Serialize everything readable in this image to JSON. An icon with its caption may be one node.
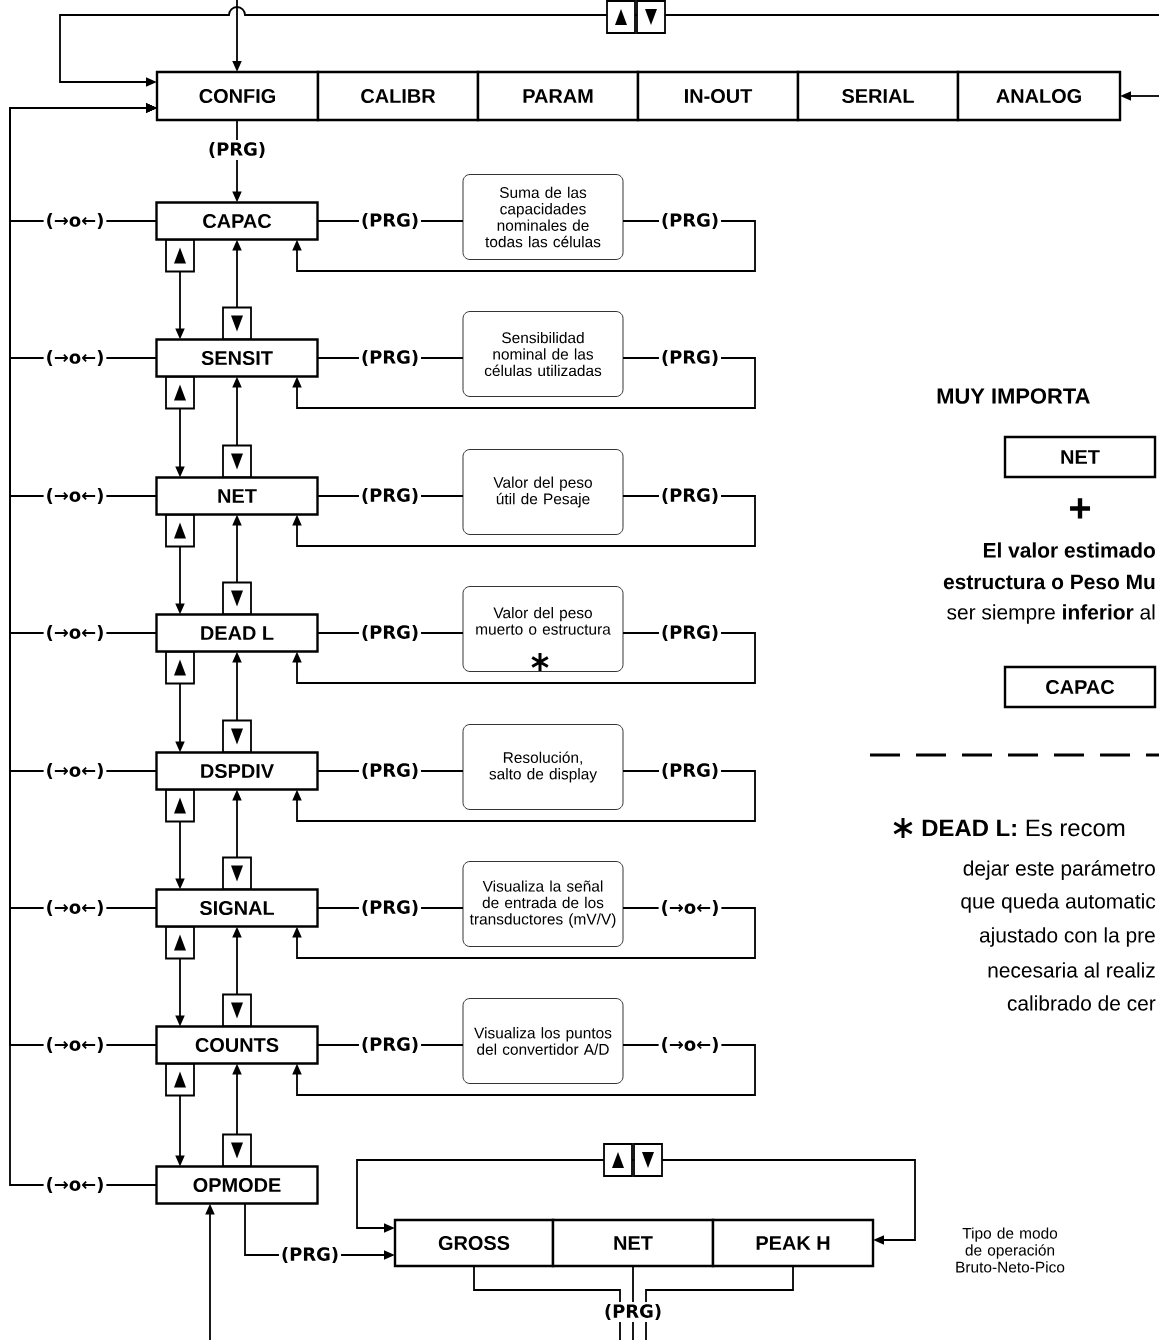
{
  "diagram": {
    "nodes": [
      {
        "text": [
          "CONFIG"
        ]
      },
      {
        "text": [
          "CALIBR"
        ]
      },
      {
        "text": [
          "PARAM"
        ]
      },
      {
        "text": [
          "IN-OUT"
        ]
      },
      {
        "text": [
          "SERIAL"
        ]
      },
      {
        "text": [
          "ANALOG"
        ]
      },
      {
        "text": [
          "CAPAC"
        ]
      },
      {
        "text": [
          "Suma de las capacidades nominales de todas las células"
        ]
      },
      {
        "text": [
          "SENSIT"
        ]
      },
      {
        "text": [
          "Sensibilidad nominal de las células utilizadas"
        ]
      },
      {
        "text": [
          "NET"
        ]
      },
      {
        "text": [
          "Valor del peso útil de Pesaje"
        ]
      },
      {
        "text": [
          "DEAD L"
        ]
      },
      {
        "text": [
          "Valor del peso muerto o estructura"
        ]
      },
      {
        "text": [
          "DSPDIV"
        ]
      },
      {
        "text": [
          "Resolución, salto de display"
        ]
      },
      {
        "text": [
          "SIGNAL"
        ]
      },
      {
        "text": [
          "Visualiza la señal de entrada de los transductores (mV/V)"
        ]
      },
      {
        "text": [
          "COUNTS"
        ]
      },
      {
        "text": [
          "Visualiza los puntos del convertidor A/D"
        ]
      },
      {
        "text": [
          "OPMODE"
        ]
      },
      {
        "text": [
          "GROSS"
        ]
      },
      {
        "text": [
          "NET"
        ]
      },
      {
        "text": [
          "PEAK H"
        ]
      },
      {
        "text": [
          "NET"
        ]
      },
      {
        "text": [
          "CAPAC"
        ]
      }
    ],
    "edges": [
      {
        "from": null,
        "to": 0,
        "arrow": "to"
      },
      {
        "from": null,
        "to": 0,
        "arrow": "to"
      },
      {
        "from": null,
        "to": 5,
        "arrow": "to"
      },
      {
        "from": 0,
        "to": 6,
        "arrow": "to",
        "label": "(PRG)"
      },
      {
        "from": 6,
        "to": 7,
        "arrow": "none",
        "label": "(PRG)"
      },
      {
        "from": 7,
        "to": 6,
        "arrow": "to",
        "label": "(PRG)"
      },
      {
        "from": 8,
        "to": 9,
        "arrow": "none",
        "label": "(PRG)"
      },
      {
        "from": 9,
        "to": 8,
        "arrow": "to",
        "label": "(PRG)"
      },
      {
        "from": 10,
        "to": 11,
        "arrow": "none",
        "label": "(PRG)"
      },
      {
        "from": 11,
        "to": 10,
        "arrow": "to",
        "label": "(PRG)"
      },
      {
        "from": 12,
        "to": 13,
        "arrow": "none",
        "label": "(PRG)"
      },
      {
        "from": 13,
        "to": 12,
        "arrow": "to",
        "label": "(PRG)"
      },
      {
        "from": 14,
        "to": 15,
        "arrow": "none",
        "label": "(PRG)"
      },
      {
        "from": 15,
        "to": 14,
        "arrow": "to",
        "label": "(PRG)"
      },
      {
        "from": 16,
        "to": 17,
        "arrow": "none",
        "label": "(PRG)"
      },
      {
        "from": 17,
        "to": 16,
        "arrow": "to",
        "label": "(→o←)"
      },
      {
        "from": 18,
        "to": 19,
        "arrow": "none",
        "label": "(PRG)"
      },
      {
        "from": 19,
        "to": 18,
        "arrow": "to",
        "label": "(→o←)"
      },
      {
        "from": 6,
        "to": 0,
        "arrow": "to",
        "label": "(→o←)"
      },
      {
        "from": 8,
        "to": 0,
        "arrow": "to",
        "label": "(→o←)"
      },
      {
        "from": 10,
        "to": 0,
        "arrow": "to",
        "label": "(→o←)"
      },
      {
        "from": 12,
        "to": 0,
        "arrow": "to",
        "label": "(→o←)"
      },
      {
        "from": 14,
        "to": 0,
        "arrow": "to",
        "label": "(→o←)"
      },
      {
        "from": 16,
        "to": 0,
        "arrow": "to",
        "label": "(→o←)"
      },
      {
        "from": 18,
        "to": 0,
        "arrow": "to",
        "label": "(→o←)"
      },
      {
        "from": 20,
        "to": 0,
        "arrow": "to",
        "label": "(→o←)"
      },
      {
        "from": 6,
        "to": 8,
        "arrow": "to"
      },
      {
        "from": 8,
        "to": 6,
        "arrow": "to"
      },
      {
        "from": 8,
        "to": 10,
        "arrow": "to"
      },
      {
        "from": 10,
        "to": 8,
        "arrow": "to"
      },
      {
        "from": 10,
        "to": 12,
        "arrow": "to"
      },
      {
        "from": 12,
        "to": 10,
        "arrow": "to"
      },
      {
        "from": 12,
        "to": 14,
        "arrow": "to"
      },
      {
        "from": 14,
        "to": 12,
        "arrow": "to"
      },
      {
        "from": 14,
        "to": 16,
        "arrow": "to"
      },
      {
        "from": 16,
        "to": 14,
        "arrow": "to"
      },
      {
        "from": 16,
        "to": 18,
        "arrow": "to"
      },
      {
        "from": 18,
        "to": 16,
        "arrow": "to"
      },
      {
        "from": 18,
        "to": 20,
        "arrow": "to"
      },
      {
        "from": 20,
        "to": 18,
        "arrow": "to"
      },
      {
        "from": null,
        "to": 20,
        "arrow": "to"
      },
      {
        "from": 20,
        "to": 21,
        "arrow": "to",
        "label": "(PRG)"
      },
      {
        "from": 21,
        "to": 23,
        "arrow": "both"
      },
      {
        "from": 21,
        "to": null,
        "arrow": "none"
      },
      {
        "from": 22,
        "to": null,
        "arrow": "none",
        "label": "(PRG)"
      },
      {
        "from": 23,
        "to": null,
        "arrow": "none"
      }
    ],
    "labels": [
      "MUY IMPORTA",
      "+",
      "El valor estimado",
      "estructura o Peso Mu",
      "ser siempre **inferior** al",
      "**DEAD L:** Es recom",
      "dejar este parámetro",
      "que queda automatic",
      "ajustado con la pre",
      "necesaria al realiz",
      "calibrado de cer",
      "Tipo de modo de operación Bruto-Neto-Pico"
    ]
  }
}
